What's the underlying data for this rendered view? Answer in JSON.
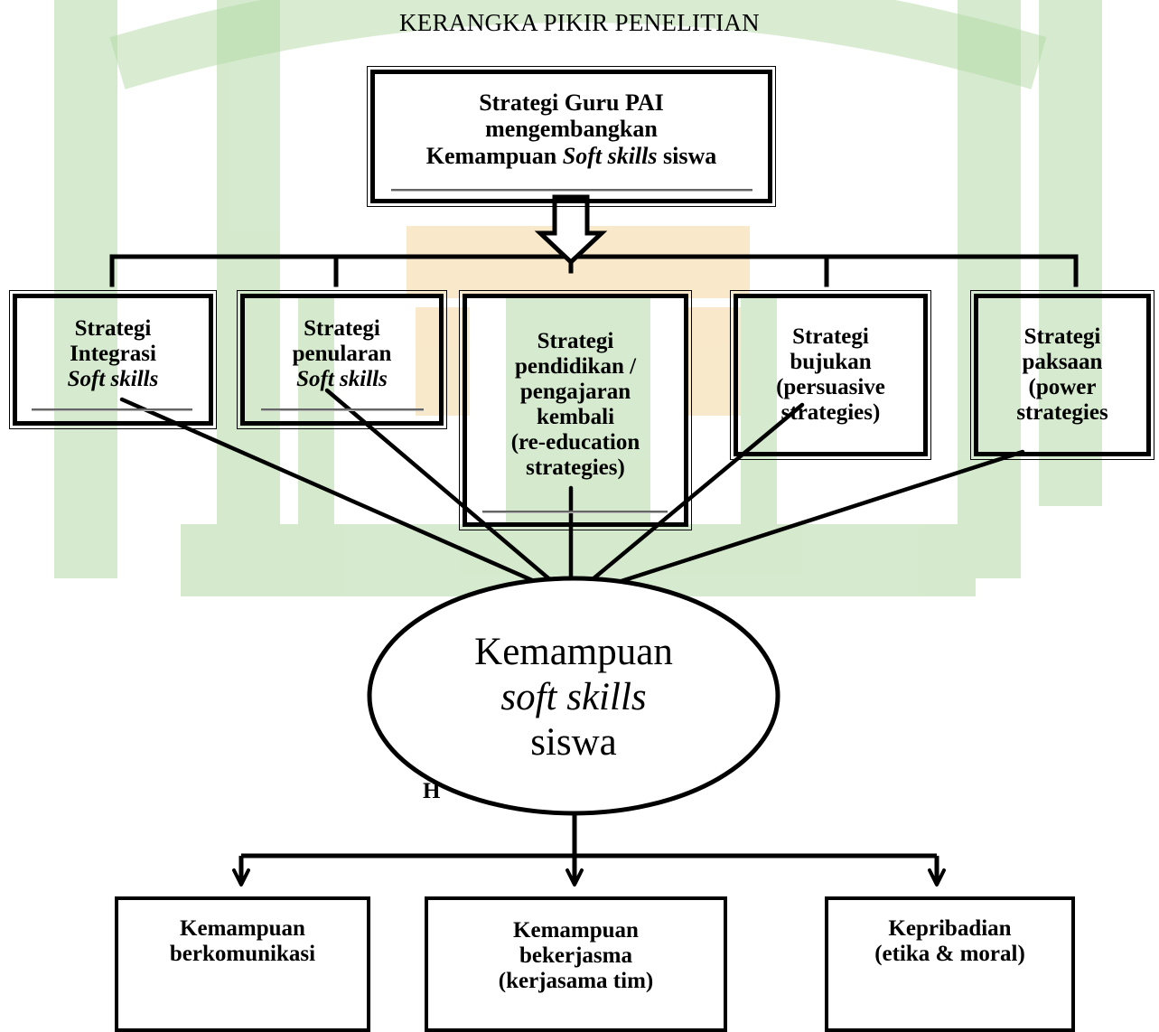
{
  "title": "KERANGKA PIKIR PENELITIAN",
  "top": {
    "line1": "Strategi  Guru PAI",
    "line2": "mengembangkan",
    "line3a": "Kemampuan ",
    "line3b": "Soft skills",
    "line3c": " siswa"
  },
  "strategies": [
    {
      "l1": "Strategi",
      "l2": "Integrasi",
      "l3": "Soft skills"
    },
    {
      "l1": "Strategi",
      "l2": "penularan",
      "l3": "Soft skills"
    },
    {
      "l1": "Strategi",
      "l2": "pendidikan /",
      "l3": "pengajaran",
      "l4": "kembali",
      "l5": "(re-education",
      "l6": "strategies)"
    },
    {
      "l1": "Strategi",
      "l2": "bujukan",
      "l3": "(persuasive",
      "l4": "strategies)"
    },
    {
      "l1": "Strategi",
      "l2": "paksaan",
      "l3": "(power",
      "l4": "strategies"
    }
  ],
  "center": {
    "l1": "Kemampuan",
    "l2": "soft skills",
    "l3": "siswa"
  },
  "occluded": "H",
  "outcomes": [
    {
      "l1": "Kemampuan",
      "l2": "berkomunikasi"
    },
    {
      "l1": "Kemampuan",
      "l2": "bekerjasma",
      "l3": "(kerjasama tim)"
    },
    {
      "l1": "Kepribadian",
      "l2": "(etika & moral)"
    }
  ],
  "colors": {
    "watermark_green": "#b3d9a6",
    "watermark_gold": "#f2cf8c",
    "ink": "#000000"
  }
}
